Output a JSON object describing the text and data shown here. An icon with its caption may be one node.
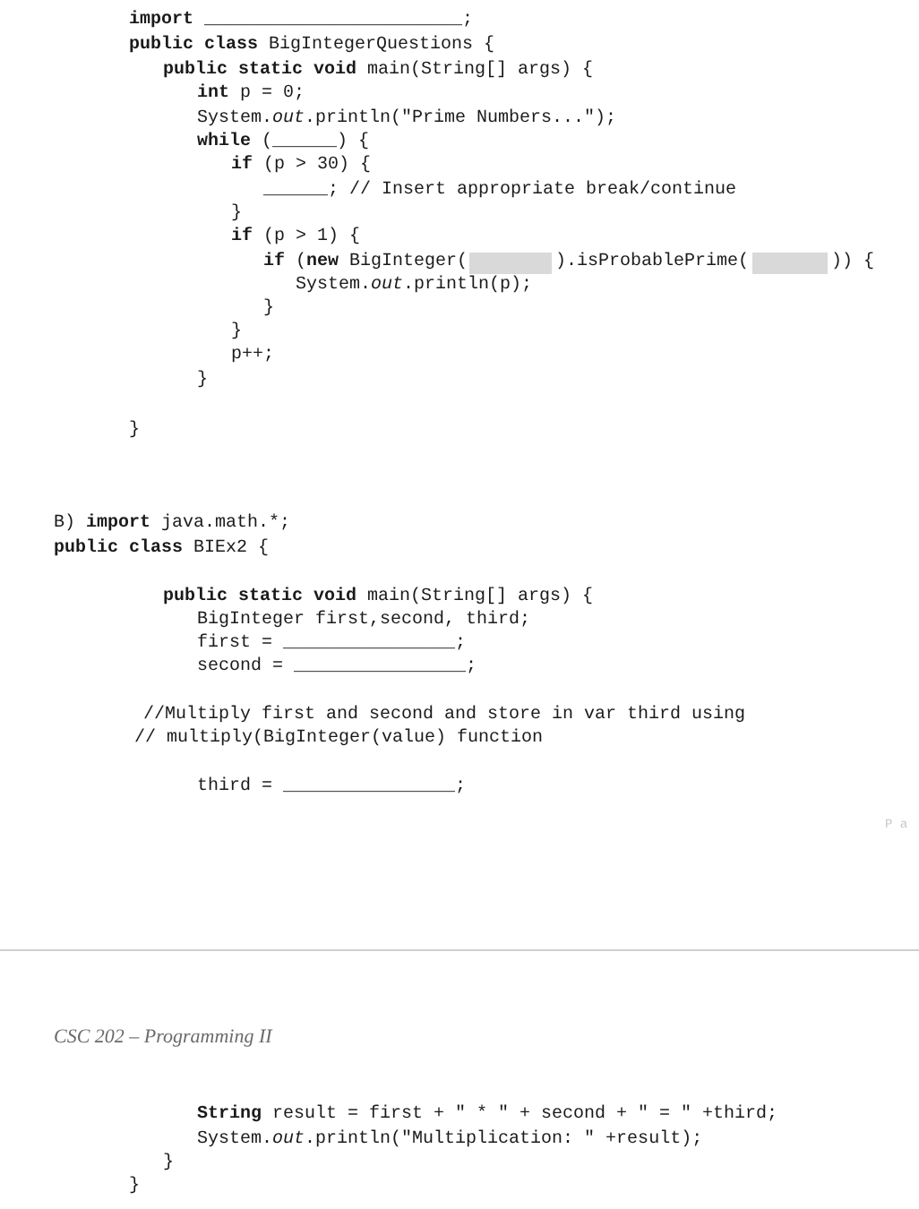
{
  "diagram": {
    "labels": [
      "**import** ________________________;",
      "**public class** BigIntegerQuestions {",
      "**public static void** main(String[] args) {",
      "**int** p = 0;",
      "System.*out*.println(\"Prime Numbers...\");",
      "**while** (______) {",
      "**if** (p > 30) {",
      "______; // Insert appropriate break/continue",
      "}",
      "**if** (p > 1) {",
      "**if** (**new** BigInteger(",
      ").isProbablePrime(",
      ")) {",
      "System.*out*.println(p);",
      "}",
      "}",
      "p++;",
      "}",
      "}",
      "B) **import** java.math.*;",
      "**public class** BIEx2 {",
      "**public static void** main(String[] args) {",
      "BigInteger first,second, third;",
      "first = ________________;",
      "second = ________________;",
      "//Multiply first and second and store in var third using",
      "// multiply(BigInteger(value) function",
      "third = ________________;",
      "P a",
      "CSC 202 – Programming II",
      "**String** result = first + \" * \" + second + \" = \" +third;",
      "System.*out*.println(\"Multiplication: \" +result);",
      "}",
      "}"
    ]
  }
}
